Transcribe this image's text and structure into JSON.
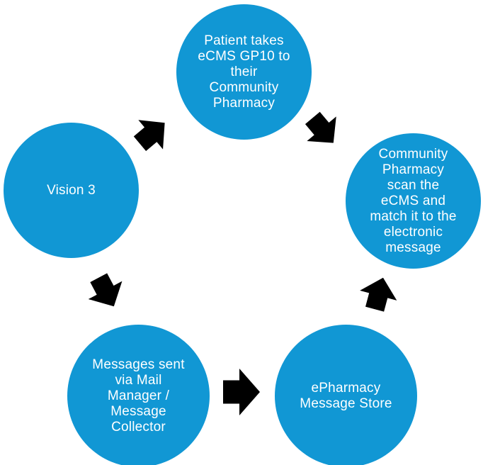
{
  "page": {
    "background": "#ffffff"
  },
  "diagram": {
    "type": "cycle",
    "node_color": "#1197d4",
    "arrow_color": "#000000",
    "text_color": "#ffffff",
    "nodes": [
      {
        "id": "patient-takes-ecms",
        "label": "Patient takes eCMS GP10 to their Community Pharmacy",
        "lines": [
          "Patient takes",
          "eCMS GP10 to",
          "their",
          "Community",
          "Pharmacy"
        ]
      },
      {
        "id": "community-pharmacy-scan",
        "label": "Community Pharmacy scan the eCMS and match it to the electronic message",
        "lines": [
          "Community",
          "Pharmacy",
          "scan the",
          "eCMS and",
          "match it to the",
          "electronic",
          "message"
        ]
      },
      {
        "id": "epharmacy-message-store",
        "label": "ePharmacy Message Store",
        "lines": [
          "ePharmacy",
          "Message Store"
        ]
      },
      {
        "id": "messages-sent-via-mail",
        "label": "Messages sent via Mail Manager / Message Collector",
        "lines": [
          "Messages sent",
          "via Mail",
          "Manager /",
          "Message",
          "Collector"
        ]
      },
      {
        "id": "vision-3",
        "label": "Vision 3",
        "lines": [
          "Vision 3"
        ]
      }
    ],
    "arrows": [
      {
        "id": "vision-3-to-patient",
        "from": "vision-3",
        "to": "patient-takes-ecms",
        "direction": "up-right"
      },
      {
        "id": "patient-to-community-pharmacy",
        "from": "patient-takes-ecms",
        "to": "community-pharmacy-scan",
        "direction": "down-right"
      },
      {
        "id": "epharmacy-to-community-pharmacy",
        "from": "epharmacy-message-store",
        "to": "community-pharmacy-scan",
        "direction": "up"
      },
      {
        "id": "messages-to-epharmacy",
        "from": "messages-sent-via-mail",
        "to": "epharmacy-message-store",
        "direction": "right"
      },
      {
        "id": "vision-3-to-messages",
        "from": "vision-3",
        "to": "messages-sent-via-mail",
        "direction": "down-right-steep"
      }
    ]
  }
}
